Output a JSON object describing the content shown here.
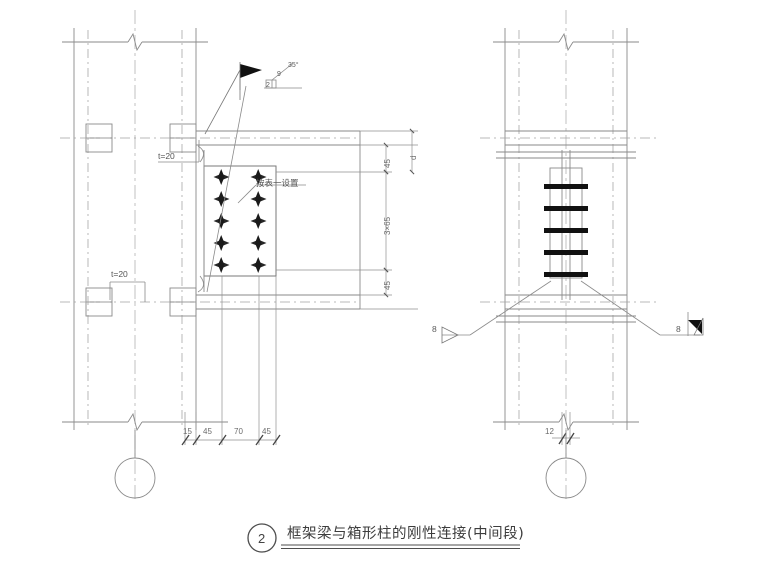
{
  "drawing": {
    "title": "框架梁与箱形柱的刚性连接(中间段)",
    "detail_number": "2",
    "sheet_background": "#ffffff",
    "line_color": "#808080",
    "heavy_line_color": "#4d4d4d"
  },
  "left_view": {
    "name": "elevation-front",
    "plate_notes": [
      {
        "id": "t20-upper",
        "text": "t=20"
      },
      {
        "id": "t20-lower",
        "text": "t=20"
      }
    ],
    "table_note": "按表一设置",
    "weld_symbol": {
      "size": "2",
      "root": "9",
      "angle": "35°"
    },
    "horizontal_dimensions": [
      "15",
      "45",
      "70",
      "45"
    ],
    "vertical_dimensions": {
      "top_gap": "45",
      "middle_spacing": "3×65",
      "bottom_gap": "45",
      "beam_depth": "d"
    },
    "bolt_grid": {
      "columns": 2,
      "rows": 5
    }
  },
  "right_view": {
    "name": "elevation-side",
    "weld_left_label": "8",
    "weld_right_label": "8",
    "bottom_dimension": "12",
    "bolt_count": 5
  }
}
